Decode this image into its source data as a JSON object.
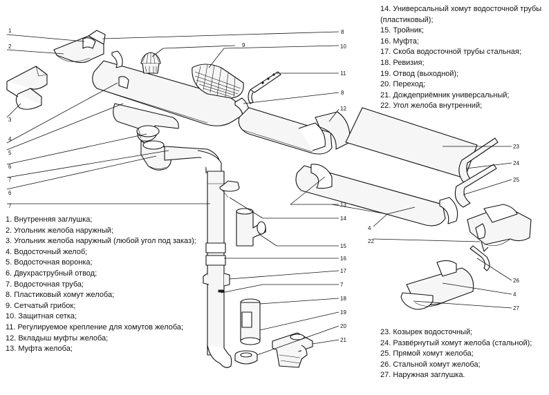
{
  "legend_top": [
    "14. Универсальный хомут водосточной трубы (пластиковый);",
    "15. Тройник;",
    "16. Муфта;",
    "17. Скоба водосточной трубы стальная;",
    "18. Ревизия;",
    "19. Отвод (выходной);",
    "20. Переход;",
    "21. Дождеприёмник универсальный;",
    "22. Угол желоба внутренний;"
  ],
  "legend_left": [
    "1. Внутренняя заглушка;",
    "2. Угольник желоба наружный;",
    "3. Угольник желоба наружный (любой угол под заказ);",
    "4. Водосточный желоб;",
    "5. Водосточная воронка;",
    "6. Двухраструбный отвод;",
    "7. Водосточная труба;",
    "8. Пластиковый хомут желоба;",
    "9. Сетчатый грибок;",
    "10. Защитная сетка;",
    "11. Регулируемое крепление для хомутов желоба;",
    "12. Вкладыш муфты желоба;",
    "13. Муфта желоба;"
  ],
  "legend_right": [
    "23. Козырек водосточный;",
    "24. Развёрнутый хомут желоба (стальной);",
    "25. Прямой хомут желоба;",
    "26. Стальной хомут желоба;",
    "27. Наружная заглушка."
  ],
  "callouts": {
    "left_side": [
      "1",
      "2",
      "3",
      "4",
      "5",
      "6",
      "7",
      "6",
      "7"
    ],
    "top_side": [
      "8",
      "9",
      "10",
      "11",
      "8",
      "12"
    ],
    "right_side": [
      "23",
      "24",
      "25",
      "26",
      "27",
      "4",
      "22",
      "4",
      "13"
    ],
    "pipe_side": [
      "14",
      "15",
      "16",
      "17",
      "7",
      "18",
      "19",
      "20",
      "21"
    ]
  }
}
